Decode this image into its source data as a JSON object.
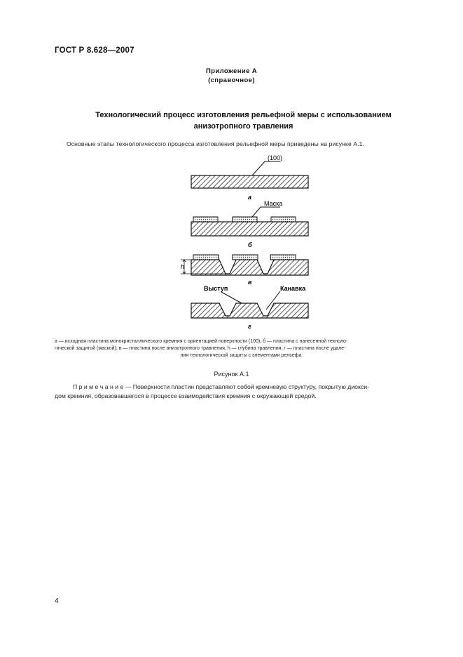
{
  "header": {
    "standard": "ГОСТ Р 8.628—2007"
  },
  "appendix": {
    "title": "Приложение А",
    "subtitle": "(справочное)"
  },
  "section": {
    "title_line1": "Технологический процесс изготовления рельефной меры с использованием",
    "title_line2": "анизотропного травления"
  },
  "intro": "Основные этапы технологического процесса изготовления рельефной меры приведены на рисунке А.1.",
  "figure": {
    "labels": {
      "orientation": "(100)",
      "mask": "Маска",
      "protrusion": "Выступ",
      "groove": "Канавка",
      "depth": "h",
      "a": "а",
      "b": "б",
      "c": "в",
      "d": "г"
    },
    "caption_line1": "а — исходная пластина монокристаллического кремния с ориентацией поверхности (100), б — пластина с нанесенной техноло-",
    "caption_line2": "гической защитой (маской); в — пластина после анизотропного травления, h — глубина травления; г — пластина после удале-",
    "caption_line3": "ния технологической защиты с элементами рельефа",
    "name": "Рисунок А.1"
  },
  "note": {
    "line1": "П р и м е ч а н и е — Поверхности пластин представляют собой кремневую структуру, покрытую диокси-",
    "line2": "дом кремния, образовавшегося в процессе взаимодействия кремния с окружающей средой."
  },
  "page_number": "4"
}
